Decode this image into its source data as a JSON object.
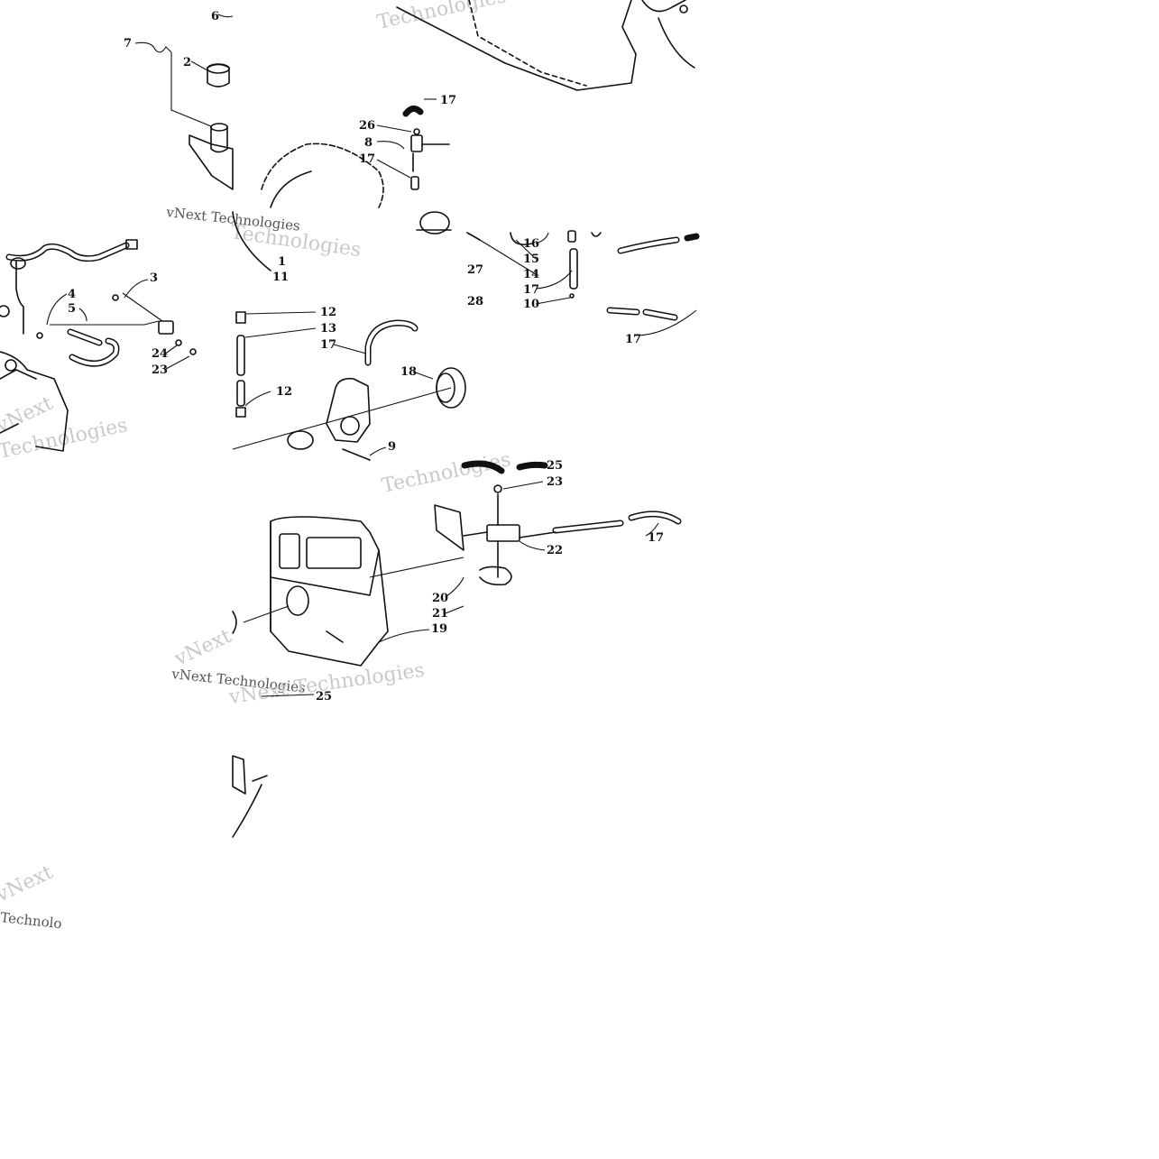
{
  "diagram": {
    "callouts": [
      "6",
      "7",
      "2",
      "17",
      "26",
      "8",
      "17",
      "1",
      "11",
      "3",
      "4",
      "5",
      "24",
      "23",
      "12",
      "13",
      "17",
      "12",
      "18",
      "9",
      "16",
      "15",
      "14",
      "27",
      "17",
      "10",
      "28",
      "17",
      "25",
      "23",
      "22",
      "17",
      "20",
      "21",
      "19",
      "25"
    ],
    "watermarks": [
      "Technologies",
      "vNext Technologies",
      "vNext Technologies",
      "Technologies",
      "Technologies",
      "vNext",
      "Technologies",
      "vNext",
      "vNext Technologies",
      "vNext",
      "Technolo"
    ]
  }
}
